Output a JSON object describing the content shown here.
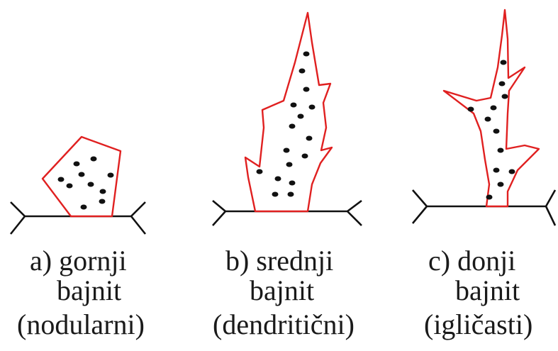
{
  "colors": {
    "outline": "#e02020",
    "boundary": "#111111",
    "carbide": "#111111",
    "text": "#1a1a1a"
  },
  "panels": [
    {
      "id": "a",
      "line1": "a) gornji",
      "line2": "bajnit",
      "line3": "(nodularni)"
    },
    {
      "id": "b",
      "line1": "b) srednji",
      "line2": "bajnit",
      "line3": "(dendritični)"
    },
    {
      "id": "c",
      "line1": "c) donji",
      "line2": "bajnit",
      "line3": "(igličasti)"
    }
  ]
}
